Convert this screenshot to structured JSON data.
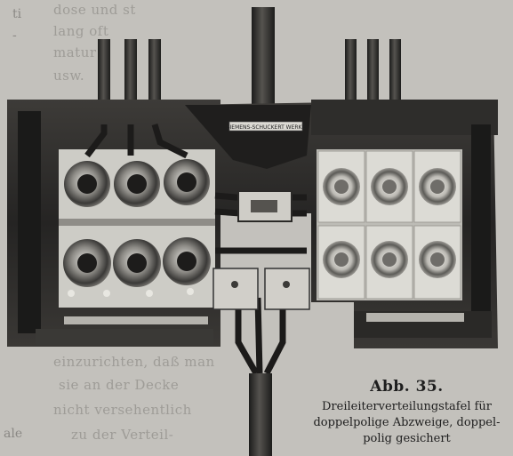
{
  "figure": {
    "plate_label": "SIEMENS-SCHUCKERT WERKE"
  },
  "caption": {
    "number": "Abb. 35.",
    "lines": [
      "Dreileiterverteilungstafel für",
      "doppelpolige Abzweige, doppel-",
      "polig gesichert"
    ]
  },
  "background_text": [
    "dose und st",
    "lang oft",
    "matur",
    "usw.",
    "einzurichten, daß man",
    "sie an der Decke",
    "nicht versehentlich",
    "zu der Verteil-"
  ],
  "margin_marks": [
    "ti",
    "-",
    "ale"
  ],
  "colors": {
    "panel": "#2b2a28",
    "porcelain": "#d9d8d2",
    "paper": "#c3c1bc",
    "caption": "#1e1e1e"
  }
}
